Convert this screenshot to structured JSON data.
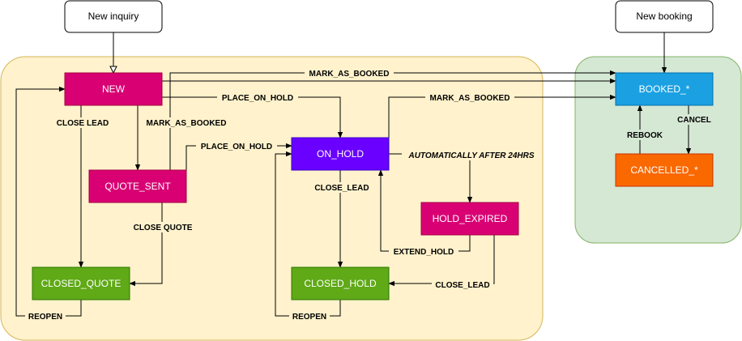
{
  "colors": {
    "main_group_fill": "#fff2cc",
    "main_group_stroke": "#d6b656",
    "booking_group_fill": "#d5e8d4",
    "booking_group_stroke": "#82b366",
    "magenta": "#d80073",
    "purple": "#6a00ff",
    "green": "#60a917",
    "blue": "#1ba1e2",
    "orange": "#fa6800",
    "start_fill": "#ffffff",
    "line": "#000000"
  },
  "start_nodes": {
    "new_inquiry": "New inquiry",
    "new_booking": "New booking"
  },
  "states": {
    "new": "NEW",
    "quote_sent": "QUOTE_SENT",
    "closed_quote": "CLOSED_QUOTE",
    "on_hold": "ON_HOLD",
    "hold_expired": "HOLD_EXPIRED",
    "closed_hold": "CLOSED_HOLD",
    "booked": "BOOKED_*",
    "cancelled": "CANCELLED_*"
  },
  "transitions": {
    "mark_as_booked_1": "MARK_AS_BOOKED",
    "place_on_hold_1": "PLACE_ON_HOLD",
    "mark_as_booked_2": "MARK_AS_BOOKED",
    "close_lead_new": "CLOSE LEAD",
    "mark_as_booked_3": "MARK_AS_BOOKED",
    "place_on_hold_2": "PLACE_ON_HOLD",
    "automatically_after_24hrs": "AUTOMATICALLY AFTER 24HRS",
    "close_lead_hold": "CLOSE_LEAD",
    "close_quote": "CLOSE QUOTE",
    "extend_hold": "EXTEND_HOLD",
    "close_lead_expired": "CLOSE_LEAD",
    "reopen_quote": "REOPEN",
    "reopen_hold": "REOPEN",
    "rebook": "REBOOK",
    "cancel": "CANCEL"
  }
}
